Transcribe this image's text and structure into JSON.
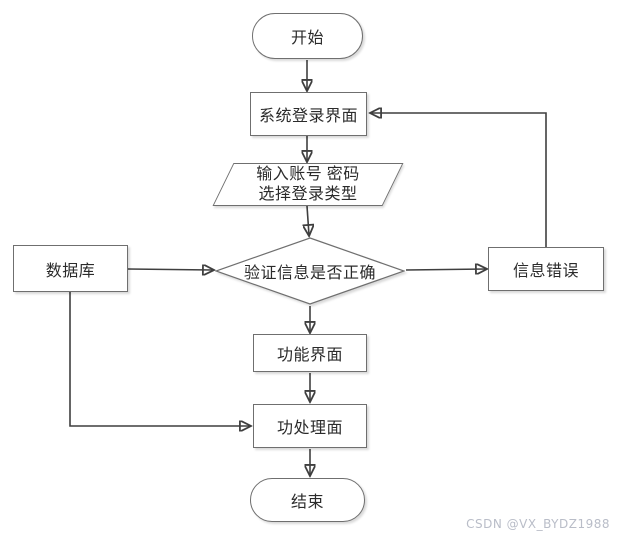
{
  "diagram": {
    "type": "flowchart",
    "nodes": {
      "start": {
        "label": "开始",
        "shape": "terminator"
      },
      "login": {
        "label": "系统登录界面",
        "shape": "process"
      },
      "input": {
        "label_line1": "输入账号 密码",
        "label_line2": "选择登录类型",
        "shape": "input-output"
      },
      "verify": {
        "label": "验证信息是否正确",
        "shape": "decision"
      },
      "database": {
        "label": "数据库",
        "shape": "process"
      },
      "error": {
        "label": "信息错误",
        "shape": "process"
      },
      "function": {
        "label": "功能界面",
        "shape": "process"
      },
      "handler": {
        "label": "功处理面",
        "shape": "process"
      },
      "end": {
        "label": "结束",
        "shape": "terminator"
      }
    },
    "edges": [
      {
        "from": "start",
        "to": "login"
      },
      {
        "from": "login",
        "to": "input"
      },
      {
        "from": "input",
        "to": "verify"
      },
      {
        "from": "database",
        "to": "verify"
      },
      {
        "from": "verify",
        "to": "error"
      },
      {
        "from": "error",
        "to": "login"
      },
      {
        "from": "verify",
        "to": "function"
      },
      {
        "from": "function",
        "to": "handler"
      },
      {
        "from": "database",
        "to": "handler"
      },
      {
        "from": "handler",
        "to": "end"
      }
    ],
    "colors": {
      "line": "#3f3f3f",
      "border": "#6f6f6f",
      "fill": "#ffffff",
      "text": "#2b2b2b",
      "watermark": "#b9bdc8"
    },
    "watermark": "CSDN @VX_BYDZ1988"
  }
}
